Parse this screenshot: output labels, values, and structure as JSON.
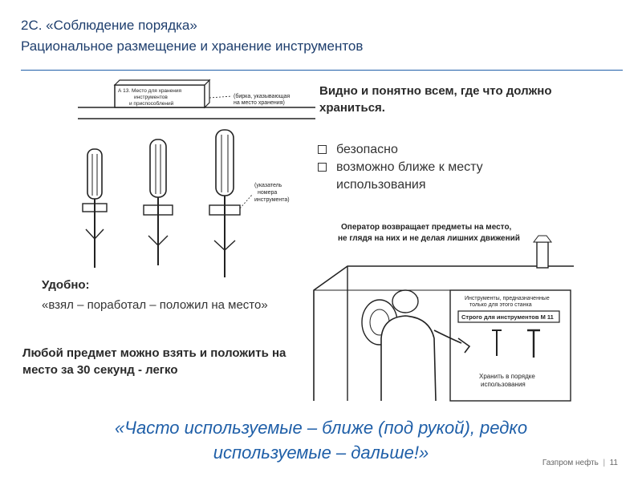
{
  "slide": {
    "title_line1": "2С. «Соблюдение порядка»",
    "title_line2": "Рациональное размещение и хранение инструментов",
    "visible_heading": "Видно и понятно всем, где что должно храниться.",
    "bullets": [
      "безопасно",
      "возможно ближе к месту использования"
    ],
    "convenient_heading": "Удобно:",
    "convenient_quote": "«взял – поработал – положил на место»",
    "any_item": "Любой предмет можно взять и положить на место за 30 секунд - легко",
    "big_quote_line1": "«Часто используемые – ближе (под рукой), редко",
    "big_quote_line2": "используемые – дальше!»",
    "footer_company": "Газпром нефть",
    "footer_page": "11"
  },
  "figure_left": {
    "tag_line1": "А 13. Место для хранения",
    "tag_line2": "инструментов",
    "tag_line3": "и приспособлений",
    "tag_note1": "(бирка, указывающая",
    "tag_note2": "на место хранения)",
    "pointer_note1": "(указатель",
    "pointer_note2": "номера",
    "pointer_note3": "инструмента)"
  },
  "figure_right": {
    "caption_line1": "Оператор возвращает предметы на место,",
    "caption_line2": "не глядя на них и не делая лишних движений",
    "board_text1": "Инструменты, предназначенные",
    "board_text2": "только для этого станка",
    "board_label": "Строго для инструментов М 11",
    "board_bottom1": "Хранить в порядке",
    "board_bottom2": "использования"
  }
}
